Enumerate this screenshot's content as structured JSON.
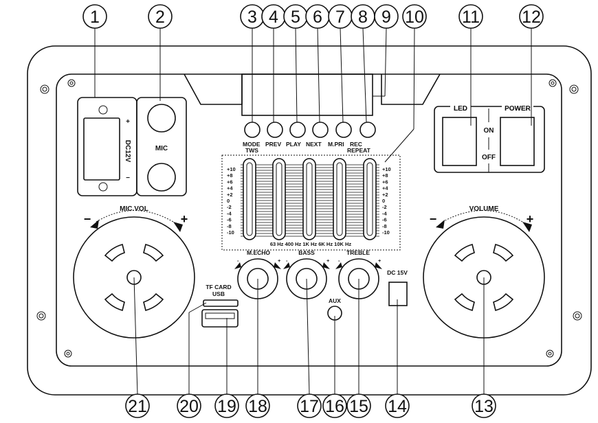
{
  "callouts": [
    "1",
    "2",
    "3",
    "4",
    "5",
    "6",
    "7",
    "8",
    "9",
    "10",
    "11",
    "12",
    "13",
    "14",
    "15",
    "16",
    "17",
    "18",
    "19",
    "20",
    "21"
  ],
  "labels": {
    "dc12v": "DC12V",
    "plus": "+",
    "minus": "−",
    "mic": "MIC",
    "mode": "MODE",
    "tws": "TWS",
    "prev": "PREV",
    "play": "PLAY",
    "next": "NEXT",
    "mpri": "M.PRI",
    "rec": "REC",
    "repeat": "REPEAT",
    "led": "LED",
    "power": "POWER",
    "on": "ON",
    "off": "OFF",
    "mic_vol": "MIC.VOL",
    "volume": "VOLUME",
    "m_echo": "M.ECHO",
    "bass": "BASS",
    "treble": "TREBLE",
    "dc15v": "DC 15V",
    "aux": "AUX",
    "tf_card": "TF CARD",
    "usb": "USB"
  },
  "eq": {
    "scale": [
      "+10",
      "+8",
      "+6",
      "+4",
      "+2",
      "0",
      "-2",
      "-4",
      "-6",
      "-8",
      "-10"
    ],
    "freq_label": "63 Hz 400 Hz 1K Hz 6K Hz 10K Hz"
  }
}
